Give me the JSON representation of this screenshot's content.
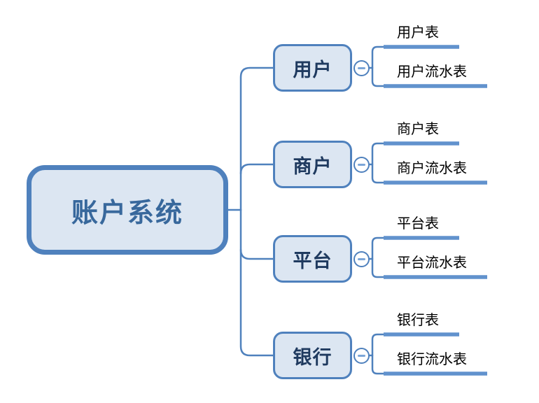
{
  "mindmap": {
    "root": {
      "label": "账户系统"
    },
    "branches": [
      {
        "label": "用户",
        "leaves": [
          "用户表",
          "用户流水表"
        ]
      },
      {
        "label": "商户",
        "leaves": [
          "商户表",
          "商户流水表"
        ]
      },
      {
        "label": "平台",
        "leaves": [
          "平台表",
          "平台流水表"
        ]
      },
      {
        "label": "银行",
        "leaves": [
          "银行表",
          "银行流水表"
        ]
      }
    ],
    "toggles": {
      "state": "expanded",
      "icon": "minus-icon"
    },
    "colors": {
      "connector_line": "#4f81bd",
      "leaf_underline": "#6192cd",
      "node_fill": "#dce6f2",
      "node_border": "#4f81bd",
      "root_text": "#38689c",
      "branch_text": "#1f3a5f",
      "leaf_text": "#000000",
      "toggle_minus": "#7ca6d8"
    }
  }
}
